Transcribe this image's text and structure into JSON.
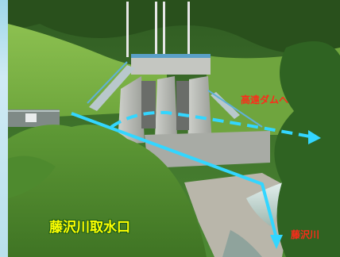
{
  "photo": {
    "subject": "Intake weir structure on a river with concrete piers, gates, stairs and railings",
    "icon": "dam-photo"
  },
  "labels": {
    "intake": "藤沢川取水口",
    "to_dam": "高遠ダムへ",
    "river": "藤沢川"
  },
  "arrows": {
    "to_dam_style": "dashed",
    "river_style": "solid",
    "color": "#33d6ff"
  },
  "colors": {
    "label_yellow": "#ffff00",
    "label_red": "#ff2a1a",
    "arrow_cyan": "#33d6ff"
  }
}
